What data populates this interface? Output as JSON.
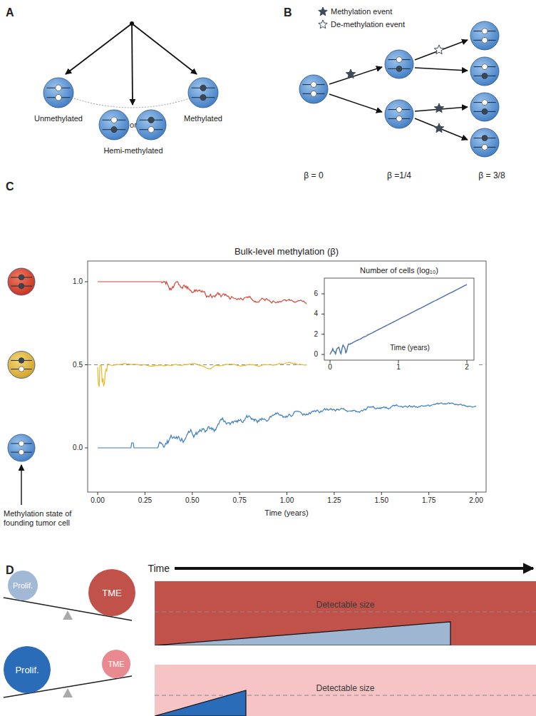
{
  "diagram": {
    "nodes": [
      {
        "text": [
          "Unmethylated"
        ]
      },
      {
        "text": [
          "or",
          "Hemi-methylated"
        ]
      },
      {
        "text": [
          "Methylated"
        ]
      },
      {
        "text": [
          "Prolif."
        ]
      },
      {
        "text": [
          "TME"
        ]
      },
      {
        "text": [
          "Detectable size"
        ]
      },
      {
        "text": [
          "Prolif."
        ]
      },
      {
        "text": [
          "TME"
        ]
      },
      {
        "text": [
          "Detectable size"
        ]
      }
    ],
    "labels": [
      "A",
      "B",
      "C",
      "D",
      "β = 0",
      "β =1/4",
      "β = 3/8",
      "Bulk-level methylation (β)",
      "1.0",
      "0.5",
      "0.0",
      "0.00",
      "0.25",
      "0.50",
      "0.75",
      "1.00",
      "1.25",
      "1.50",
      "1.75",
      "2.00",
      "Time (years)",
      "Number of cells (log₁₀)",
      "6",
      "4",
      "2",
      "0",
      "0",
      "1",
      "2",
      "Time (years)",
      "Methylation state of founding tumor cell",
      "Time"
    ],
    "legend": [
      {
        "text": "Methylation event"
      },
      {
        "text": "De-methylation event"
      }
    ]
  }
}
